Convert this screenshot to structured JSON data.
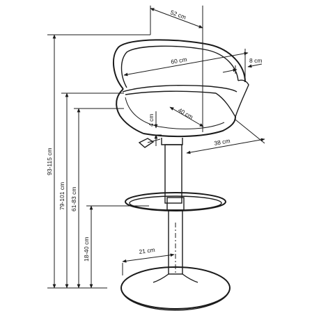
{
  "dimensions": {
    "depth_top": "52 cm",
    "width_top": "60 cm",
    "arm_width": "8 cm",
    "seat_depth": "40 cm",
    "seat_gap": "4 cm",
    "seat_width": "38 cm",
    "total_height": "93-115 cm",
    "arm_height": "79-101 cm",
    "seat_height": "61-83 cm",
    "footrest_height": "18-40 cm",
    "base_radius": "21 cm"
  },
  "colors": {
    "stroke": "#1a1a1a",
    "background": "#ffffff"
  }
}
